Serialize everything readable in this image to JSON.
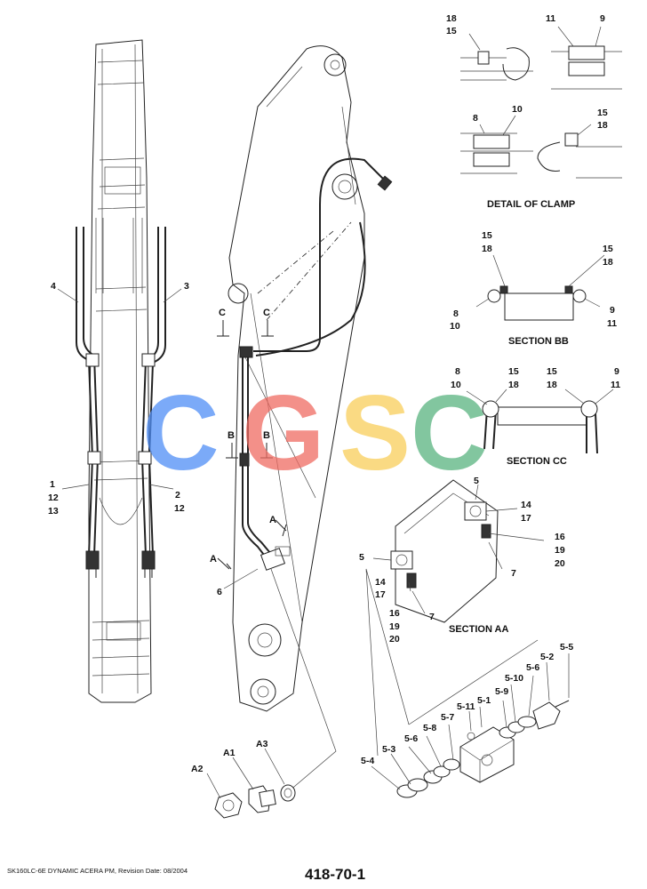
{
  "callouts": {
    "c18a": "18",
    "c15a": "15",
    "c11a": "11",
    "c9a": "9",
    "c8a": "8",
    "c10a": "10",
    "c15b": "15",
    "c18b": "18",
    "detail_of_clamp": "DETAIL OF CLAMP",
    "bb15l": "15",
    "bb18l": "18",
    "bb15r": "15",
    "bb18r": "18",
    "bb8": "8",
    "bb10": "10",
    "bb9": "9",
    "bb11": "11",
    "section_bb": "SECTION BB",
    "cc8": "8",
    "cc10": "10",
    "cc15l": "15",
    "cc18l": "18",
    "cc15r": "15",
    "cc18r": "18",
    "cc9": "9",
    "cc11": "11",
    "section_cc": "SECTION CC",
    "aa5a": "5",
    "aa14a": "14",
    "aa17a": "17",
    "aa16a": "16",
    "aa19a": "19",
    "aa20a": "20",
    "aa7a": "7",
    "aa5b": "5",
    "aa14b": "14",
    "aa17b": "17",
    "aa16b": "16",
    "aa19b": "19",
    "aa20b": "20",
    "aa7b": "7",
    "section_aa": "SECTION AA",
    "p4": "4",
    "p3": "3",
    "p1": "1",
    "p12a": "12",
    "p13": "13",
    "p2": "2",
    "p12b": "12",
    "sec_c1": "C",
    "sec_c2": "C",
    "sec_b1": "B",
    "sec_b2": "B",
    "sec_a1": "A",
    "sec_a2": "A",
    "p6": "6",
    "a1": "A1",
    "a2": "A2",
    "a3": "A3",
    "b54": "5-4",
    "b53": "5-3",
    "b56a": "5-6",
    "b58": "5-8",
    "b57": "5-7",
    "b511": "5-11",
    "b51": "5-1",
    "b59": "5-9",
    "b510": "5-10",
    "b56b": "5-6",
    "b52": "5-2",
    "b55": "5-5"
  },
  "watermark": {
    "letters": [
      "C",
      "G",
      "S",
      "C"
    ],
    "colors": [
      "#4f8df5",
      "#ef6b62",
      "#f8ce5a",
      "#58b37f"
    ]
  },
  "footer": {
    "model_text": "SK160LC-6E DYNAMIC ACERA PM, Revision Date: 08/2004",
    "page_number": "418-70-1"
  }
}
